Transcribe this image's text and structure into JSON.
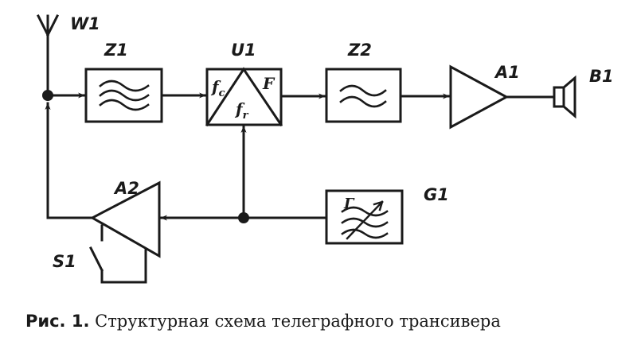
{
  "diagram": {
    "labels": {
      "antenna": "W1",
      "filter1": "Z1",
      "mixer": "U1",
      "filter2": "Z2",
      "amp1": "A1",
      "speaker": "B1",
      "amp2": "A2",
      "oscillator": "G1",
      "switch": "S1"
    },
    "mixer_ports": {
      "f_main": "f",
      "fc_sub": "c",
      "fr_sub": "r",
      "out": "F"
    },
    "oscillator_symbol": "Г"
  },
  "caption": {
    "prefix": "Рис. 1.",
    "text": "Структурная схема телеграфного трансивера"
  }
}
